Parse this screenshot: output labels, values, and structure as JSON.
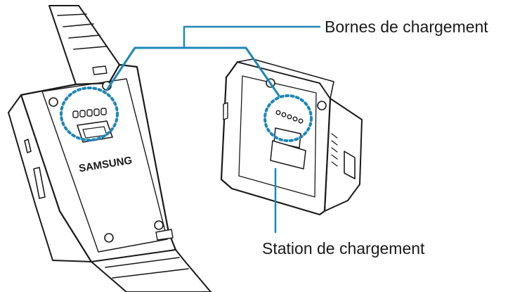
{
  "labels": {
    "charging_terminals": "Bornes de chargement",
    "charging_station": "Station de chargement"
  },
  "logos": {
    "watch_brand": "SAMSUNG"
  },
  "colors": {
    "callout_line": "#1d87b8",
    "outline": "#1a1a1a",
    "fill": "#ffffff"
  }
}
